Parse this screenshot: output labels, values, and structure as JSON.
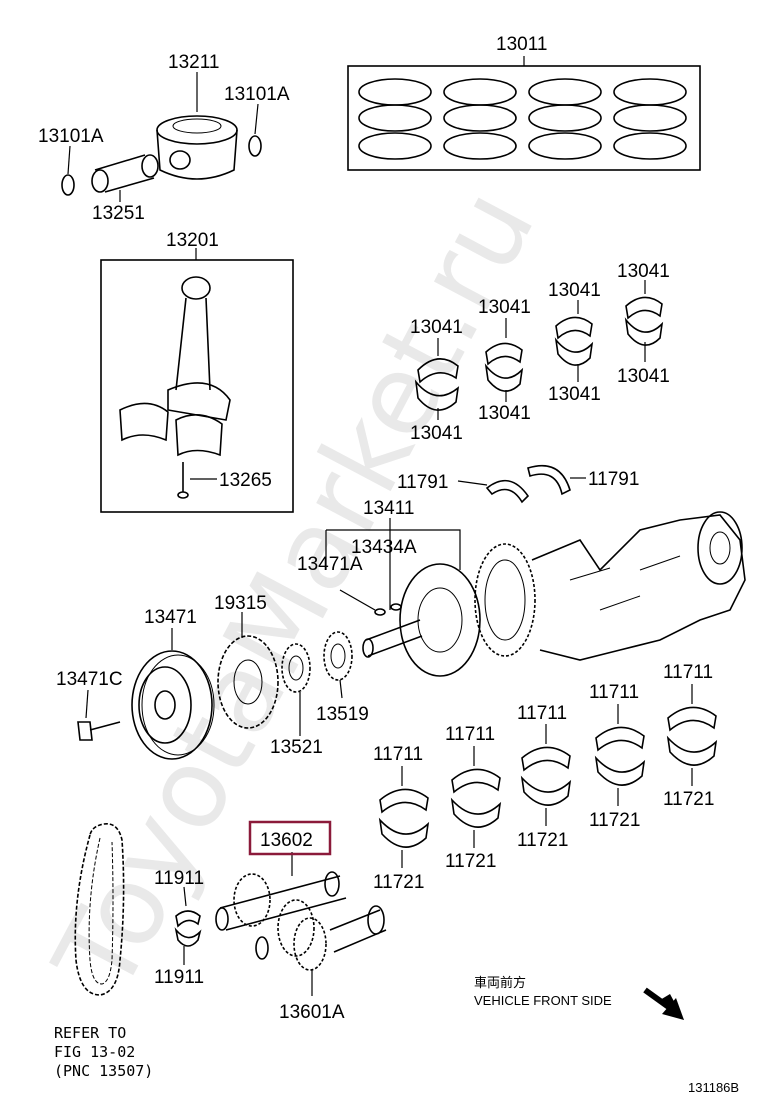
{
  "watermark": "ToyotaMarket.ru",
  "labels": {
    "l13011": "13011",
    "l13211": "13211",
    "l13101a_r": "13101A",
    "l13101a_l": "13101A",
    "l13251": "13251",
    "l13201": "13201",
    "l13265": "13265",
    "l13041_a": "13041",
    "l13041_b": "13041",
    "l13041_c": "13041",
    "l13041_d": "13041",
    "l13041_e": "13041",
    "l13041_f": "13041",
    "l13041_g": "13041",
    "l13041_h": "13041",
    "l11791_l": "11791",
    "l11791_r": "11791",
    "l13411": "13411",
    "l13434a": "13434A",
    "l13471a": "13471A",
    "l13471": "13471",
    "l19315": "19315",
    "l13471c": "13471C",
    "l13521": "13521",
    "l13519": "13519",
    "l11711_a": "11711",
    "l11711_b": "11711",
    "l11711_c": "11711",
    "l11711_d": "11711",
    "l11711_e": "11711",
    "l11721_a": "11721",
    "l11721_b": "11721",
    "l11721_c": "11721",
    "l11721_d": "11721",
    "l11721_e": "11721",
    "l13602": "13602",
    "l11911_t": "11911",
    "l11911_b": "11911",
    "l13601a": "13601A"
  },
  "note": {
    "line1": "REFER TO",
    "line2": "FIG 13-02",
    "line3": "(PNC 13507)"
  },
  "direction": {
    "jp": "車両前方",
    "en": "VEHICLE FRONT SIDE"
  },
  "figure_code": "131186B",
  "highlight_color": "#8b1a3a"
}
